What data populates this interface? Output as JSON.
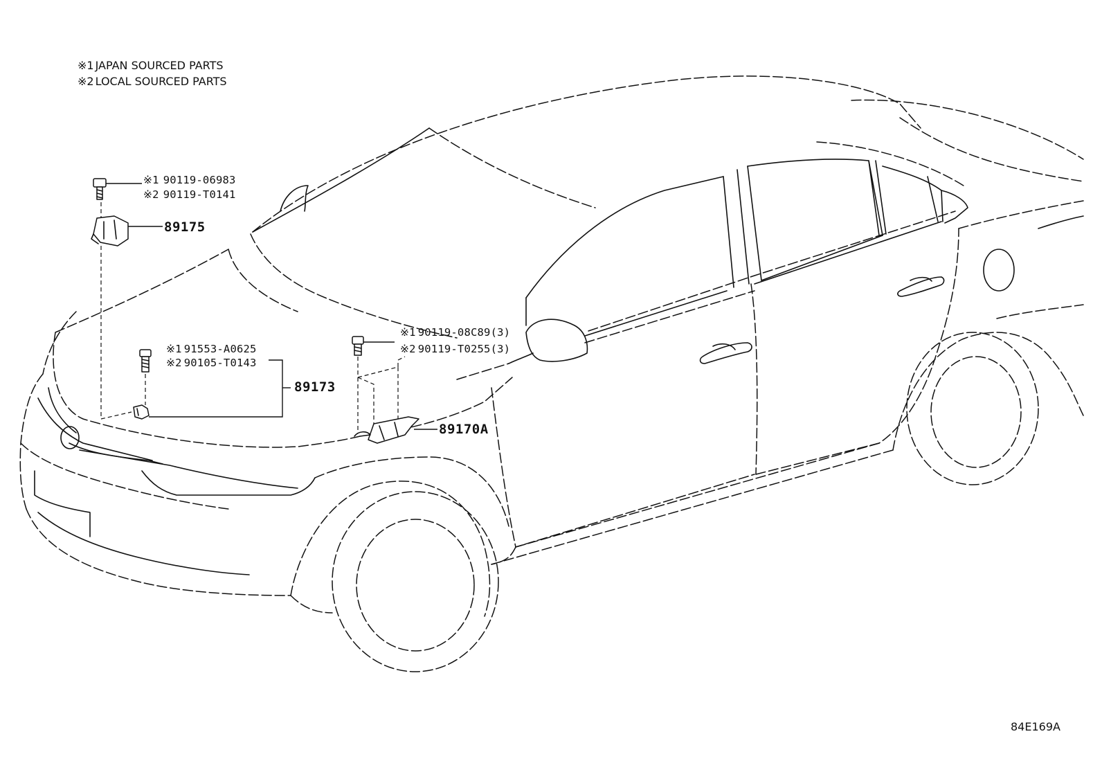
{
  "legend": [
    {
      "mark": "※1",
      "text": "JAPAN SOURCED PARTS"
    },
    {
      "mark": "※2",
      "text": "LOCAL SOURCED PARTS"
    }
  ],
  "callouts": {
    "bolt_89175": {
      "m1": "※1",
      "p1": "90119-06983",
      "m2": "※2",
      "p2": "90119-T0141"
    },
    "part_89175": "89175",
    "bolt_89173": {
      "m1": "※1",
      "p1": "91553-A0625",
      "m2": "※2",
      "p2": "90105-T0143"
    },
    "part_89173": "89173",
    "bolt_89170A": {
      "m1": "※1",
      "p1": "90119-08C89(3)",
      "m2": "※2",
      "p2": "90119-T0255(3)"
    },
    "part_89170A": "89170A"
  },
  "figure_code": "84E169A"
}
